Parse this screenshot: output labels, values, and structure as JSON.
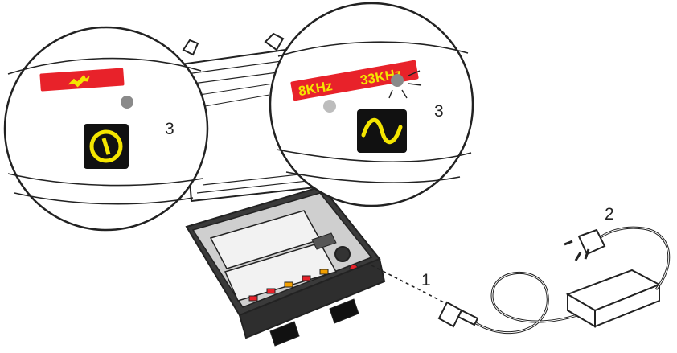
{
  "callouts": {
    "connector": "1",
    "power_supply": "2",
    "led_left": "3",
    "led_right": "3"
  },
  "frequency_labels": {
    "low": "8KHz",
    "high": "33KHz"
  },
  "icons": {
    "power_button": "power-icon",
    "signal_button": "sine-wave-icon",
    "warning_label": "lightning-icon"
  },
  "colors": {
    "label_red": "#e8222a",
    "icon_yellow": "#f4e500",
    "button_black": "#111111",
    "led_grey": "#8a8a8a",
    "outline": "#222222"
  }
}
